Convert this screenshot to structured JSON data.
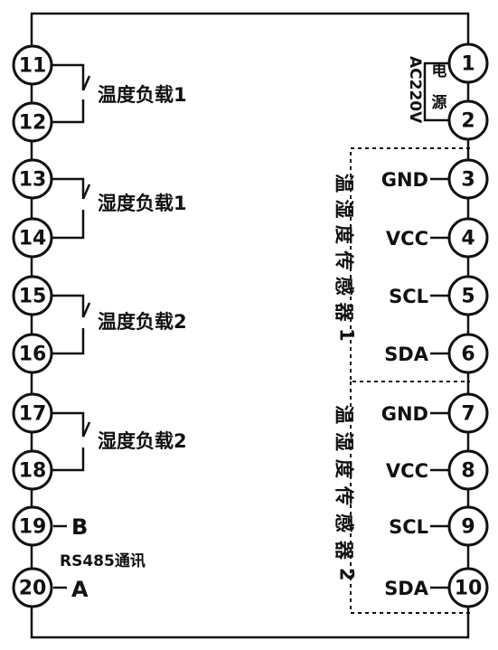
{
  "left_pins": [
    "11",
    "12",
    "13",
    "14",
    "15",
    "16",
    "17",
    "18",
    "19",
    "20"
  ],
  "right_pins": [
    "1",
    "2",
    "3",
    "4",
    "5",
    "6",
    "7",
    "8",
    "9",
    "10"
  ],
  "relays": [
    {
      "label": "温度负载1"
    },
    {
      "label": "湿度负载1"
    },
    {
      "label": "温度负载2"
    },
    {
      "label": "湿度负载2"
    }
  ],
  "power": {
    "voltage": "AC220V",
    "char1": "电",
    "char2": "源"
  },
  "rs485": {
    "b_label": "B",
    "a_label": "A",
    "caption": "RS485通讯"
  },
  "sensors": [
    {
      "label": "温湿度传感器1",
      "signals": [
        "GND",
        "VCC",
        "SCL",
        "SDA"
      ]
    },
    {
      "label": "温湿度传感器2",
      "signals": [
        "GND",
        "VCC",
        "SCL",
        "SDA"
      ]
    }
  ],
  "colors": {
    "line": "#111111",
    "background": "#ffffff"
  }
}
